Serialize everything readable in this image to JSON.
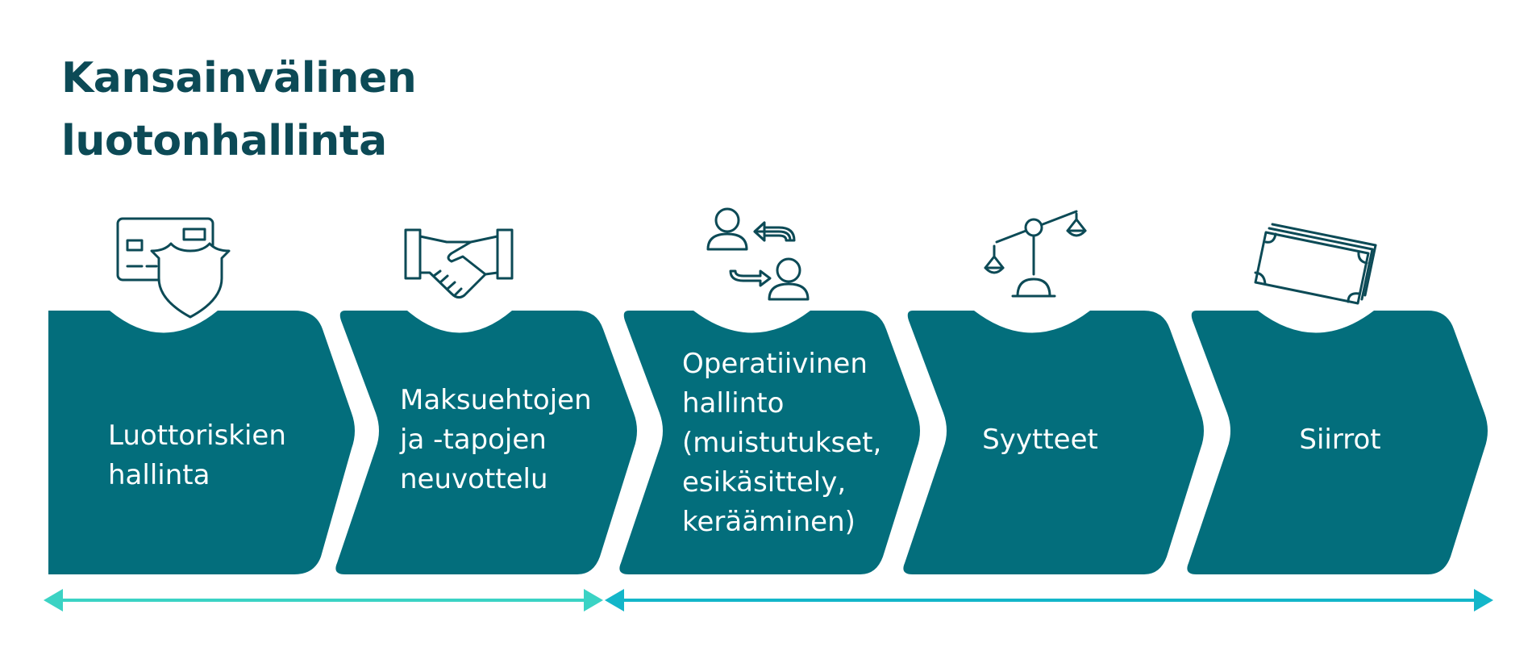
{
  "title": {
    "line1": "Kansainvälinen",
    "line2": "luotonhallinta"
  },
  "steps": [
    {
      "icon": "card-shield-icon",
      "lines": [
        "Luottoriskien",
        "hallinta"
      ]
    },
    {
      "icon": "handshake-icon",
      "lines": [
        "Maksuehtojen",
        "ja -tapojen",
        "neuvottelu"
      ]
    },
    {
      "icon": "people-exchange-icon",
      "lines": [
        "Operatiivinen",
        "hallinto",
        "(muistutukset,",
        "esikäsittely,",
        "kerääminen)"
      ]
    },
    {
      "icon": "scales-icon",
      "lines": [
        "Syytteet"
      ]
    },
    {
      "icon": "banknotes-icon",
      "lines": [
        "Siirrot"
      ]
    }
  ],
  "colors": {
    "title": "#0c4a56",
    "chevron": "#036e7c",
    "icon_stroke": "#0c4a56",
    "arrow_left": "#3bd3c4",
    "arrow_right": "#13b6c9"
  }
}
